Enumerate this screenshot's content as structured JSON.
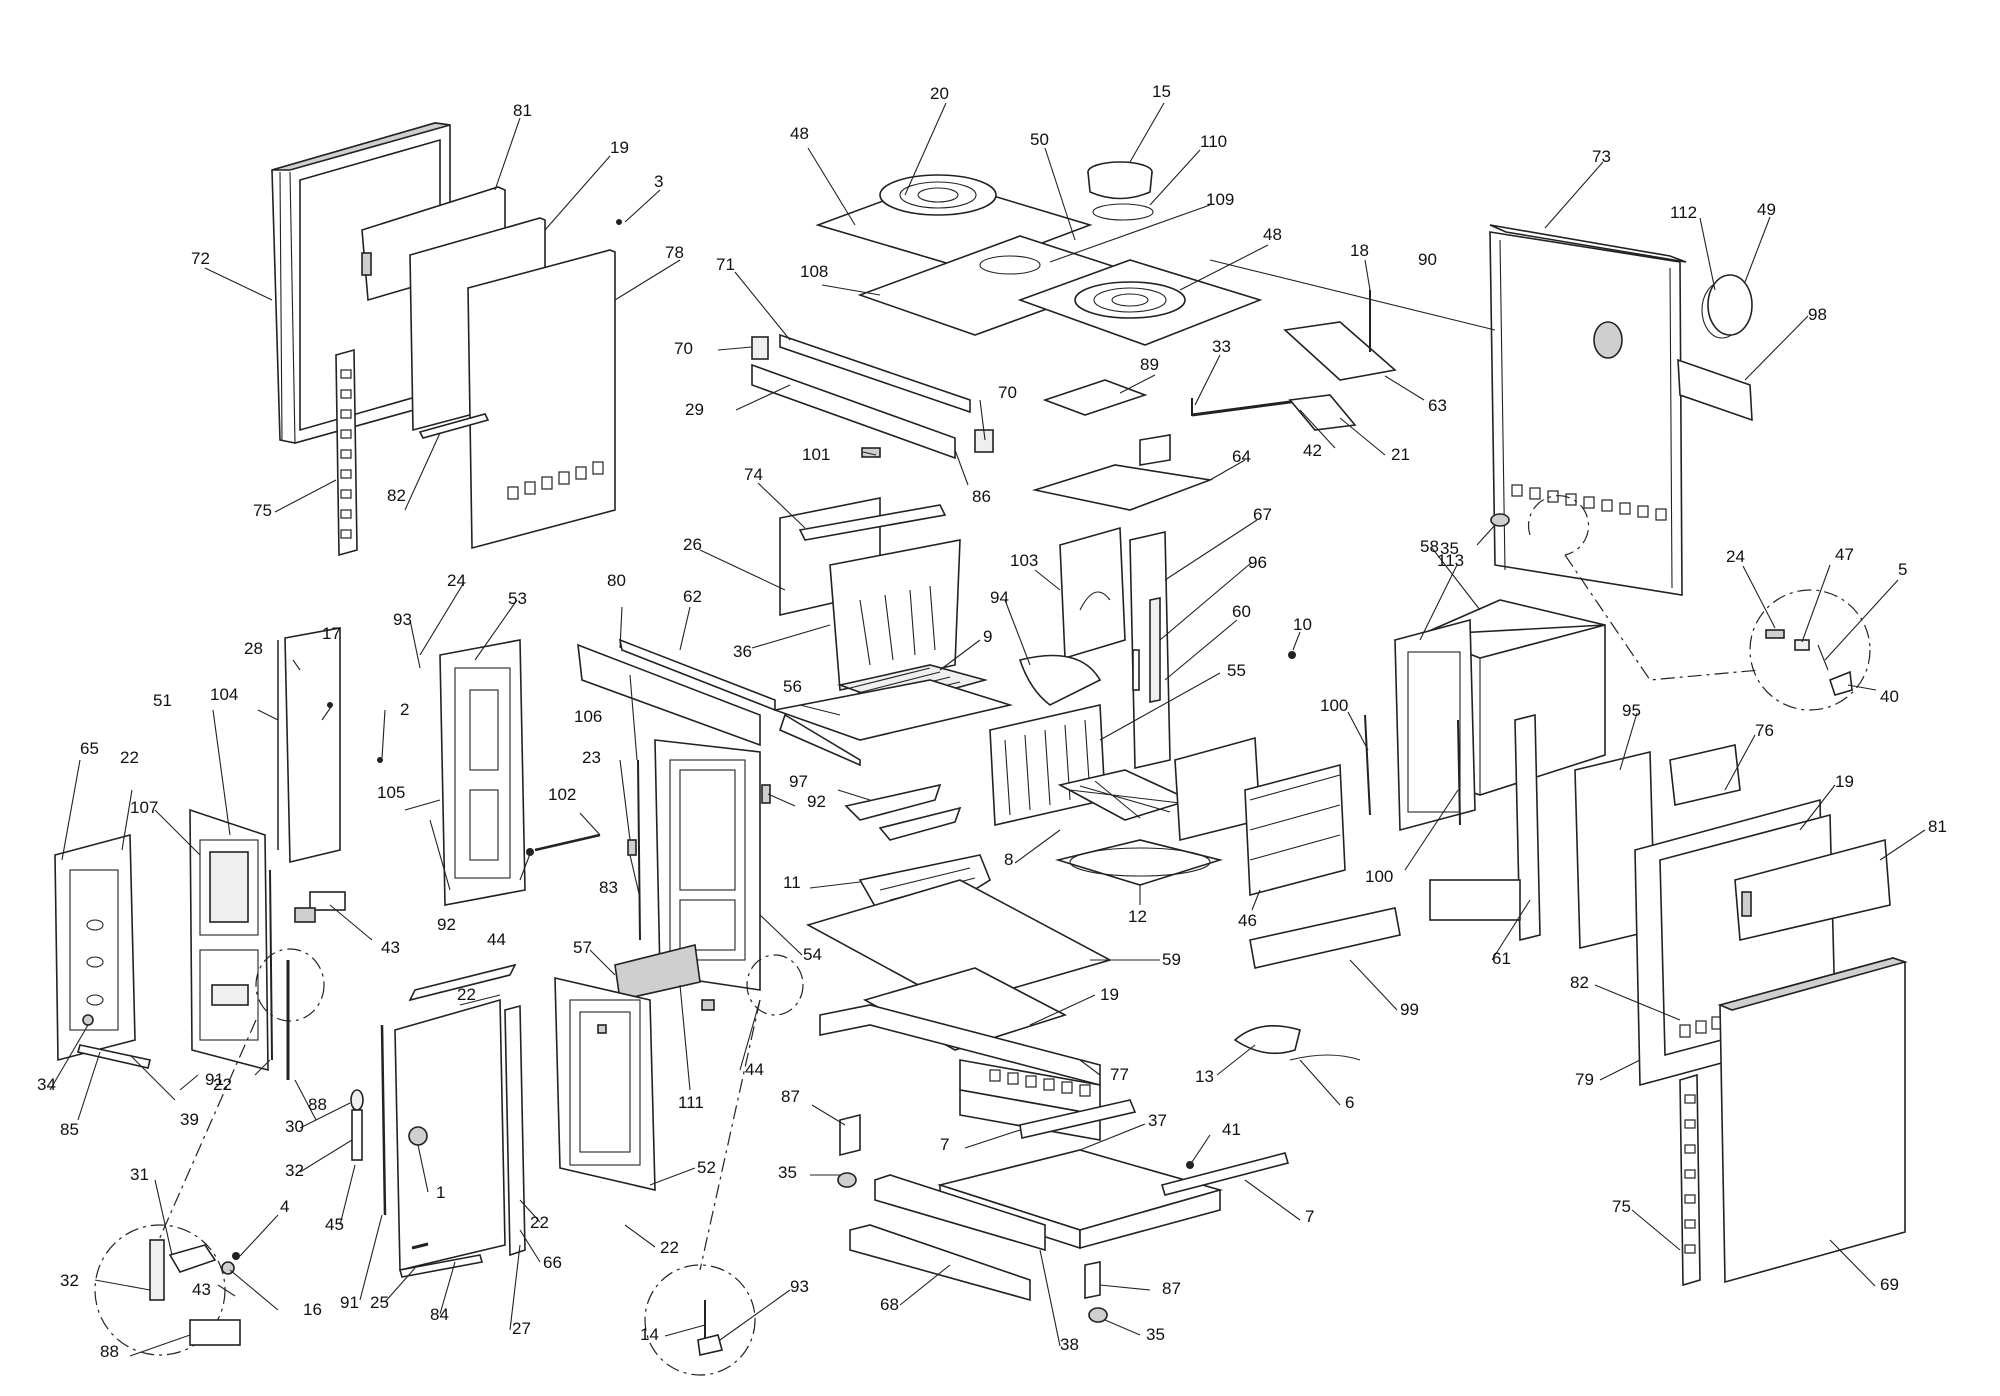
{
  "diagram": {
    "callouts": [
      {
        "id": "c81a",
        "text": "81"
      },
      {
        "id": "c72",
        "text": "72"
      },
      {
        "id": "c19a",
        "text": "19"
      },
      {
        "id": "c3",
        "text": "3"
      },
      {
        "id": "c78",
        "text": "78"
      },
      {
        "id": "c75a",
        "text": "75"
      },
      {
        "id": "c82a",
        "text": "82"
      },
      {
        "id": "c20",
        "text": "20"
      },
      {
        "id": "c15",
        "text": "15"
      },
      {
        "id": "c48a",
        "text": "48"
      },
      {
        "id": "c50",
        "text": "50"
      },
      {
        "id": "c110",
        "text": "110"
      },
      {
        "id": "c109",
        "text": "109"
      },
      {
        "id": "c48b",
        "text": "48"
      },
      {
        "id": "c108",
        "text": "108"
      },
      {
        "id": "c71",
        "text": "71"
      },
      {
        "id": "c70a",
        "text": "70"
      },
      {
        "id": "c29",
        "text": "29"
      },
      {
        "id": "c70b",
        "text": "70"
      },
      {
        "id": "c101",
        "text": "101"
      },
      {
        "id": "c86",
        "text": "86"
      },
      {
        "id": "c89",
        "text": "89"
      },
      {
        "id": "c33",
        "text": "33"
      },
      {
        "id": "c18",
        "text": "18"
      },
      {
        "id": "c63",
        "text": "63"
      },
      {
        "id": "c42",
        "text": "42"
      },
      {
        "id": "c21",
        "text": "21"
      },
      {
        "id": "c64",
        "text": "64"
      },
      {
        "id": "c73",
        "text": "73"
      },
      {
        "id": "c112",
        "text": "112"
      },
      {
        "id": "c49",
        "text": "49"
      },
      {
        "id": "c90",
        "text": "90"
      },
      {
        "id": "c98",
        "text": "98"
      },
      {
        "id": "c35a",
        "text": "35"
      },
      {
        "id": "c74",
        "text": "74"
      },
      {
        "id": "c26",
        "text": "26"
      },
      {
        "id": "c36",
        "text": "36"
      },
      {
        "id": "c103",
        "text": "103"
      },
      {
        "id": "c67",
        "text": "67"
      },
      {
        "id": "c96",
        "text": "96"
      },
      {
        "id": "c94",
        "text": "94"
      },
      {
        "id": "c9",
        "text": "9"
      },
      {
        "id": "c60",
        "text": "60"
      },
      {
        "id": "c56",
        "text": "56"
      },
      {
        "id": "c55",
        "text": "55"
      },
      {
        "id": "c113",
        "text": "113"
      },
      {
        "id": "c58",
        "text": "58"
      },
      {
        "id": "c10",
        "text": "10"
      },
      {
        "id": "c100a",
        "text": "100"
      },
      {
        "id": "c100b",
        "text": "100"
      },
      {
        "id": "c24a",
        "text": "24"
      },
      {
        "id": "c47",
        "text": "47"
      },
      {
        "id": "c5",
        "text": "5"
      },
      {
        "id": "c40",
        "text": "40"
      },
      {
        "id": "c24b",
        "text": "24"
      },
      {
        "id": "c53",
        "text": "53"
      },
      {
        "id": "c93a",
        "text": "93"
      },
      {
        "id": "c17",
        "text": "17"
      },
      {
        "id": "c28",
        "text": "28"
      },
      {
        "id": "c104",
        "text": "104"
      },
      {
        "id": "c2",
        "text": "2"
      },
      {
        "id": "c51",
        "text": "51"
      },
      {
        "id": "c65",
        "text": "65"
      },
      {
        "id": "c22a",
        "text": "22"
      },
      {
        "id": "c107",
        "text": "107"
      },
      {
        "id": "c105",
        "text": "105"
      },
      {
        "id": "c102",
        "text": "102"
      },
      {
        "id": "c92a",
        "text": "92"
      },
      {
        "id": "c43a",
        "text": "43"
      },
      {
        "id": "c44a",
        "text": "44"
      },
      {
        "id": "c80",
        "text": "80"
      },
      {
        "id": "c62",
        "text": "62"
      },
      {
        "id": "c106",
        "text": "106"
      },
      {
        "id": "c23",
        "text": "23"
      },
      {
        "id": "c83",
        "text": "83"
      },
      {
        "id": "c92b",
        "text": "92"
      },
      {
        "id": "c97",
        "text": "97"
      },
      {
        "id": "c11",
        "text": "11"
      },
      {
        "id": "c8",
        "text": "8"
      },
      {
        "id": "c12",
        "text": "12"
      },
      {
        "id": "c46",
        "text": "46"
      },
      {
        "id": "c54",
        "text": "54"
      },
      {
        "id": "c57",
        "text": "57"
      },
      {
        "id": "c59",
        "text": "59"
      },
      {
        "id": "c19b",
        "text": "19"
      },
      {
        "id": "c44b",
        "text": "44"
      },
      {
        "id": "c111",
        "text": "111"
      },
      {
        "id": "c77",
        "text": "77"
      },
      {
        "id": "c22b",
        "text": "22"
      },
      {
        "id": "c91a",
        "text": "91"
      },
      {
        "id": "c22c",
        "text": "22"
      },
      {
        "id": "c34",
        "text": "34"
      },
      {
        "id": "c39",
        "text": "39"
      },
      {
        "id": "c85",
        "text": "85"
      },
      {
        "id": "c88a",
        "text": "88"
      },
      {
        "id": "c30",
        "text": "30"
      },
      {
        "id": "c32a",
        "text": "32"
      },
      {
        "id": "c45",
        "text": "45"
      },
      {
        "id": "c91b",
        "text": "91"
      },
      {
        "id": "c1",
        "text": "1"
      },
      {
        "id": "c22d",
        "text": "22"
      },
      {
        "id": "c22e",
        "text": "22"
      },
      {
        "id": "c52",
        "text": "52"
      },
      {
        "id": "c66",
        "text": "66"
      },
      {
        "id": "c25",
        "text": "25"
      },
      {
        "id": "c84",
        "text": "84"
      },
      {
        "id": "c27",
        "text": "27"
      },
      {
        "id": "c31",
        "text": "31"
      },
      {
        "id": "c4",
        "text": "4"
      },
      {
        "id": "c32b",
        "text": "32"
      },
      {
        "id": "c43b",
        "text": "43"
      },
      {
        "id": "c16",
        "text": "16"
      },
      {
        "id": "c88b",
        "text": "88"
      },
      {
        "id": "c87a",
        "text": "87"
      },
      {
        "id": "c35b",
        "text": "35"
      },
      {
        "id": "c7a",
        "text": "7"
      },
      {
        "id": "c37",
        "text": "37"
      },
      {
        "id": "c41",
        "text": "41"
      },
      {
        "id": "c7b",
        "text": "7"
      },
      {
        "id": "c87b",
        "text": "87"
      },
      {
        "id": "c35c",
        "text": "35"
      },
      {
        "id": "c68",
        "text": "68"
      },
      {
        "id": "c38",
        "text": "38"
      },
      {
        "id": "c14",
        "text": "14"
      },
      {
        "id": "c93b",
        "text": "93"
      },
      {
        "id": "c13",
        "text": "13"
      },
      {
        "id": "c6",
        "text": "6"
      },
      {
        "id": "c99",
        "text": "99"
      },
      {
        "id": "c61",
        "text": "61"
      },
      {
        "id": "c95",
        "text": "95"
      },
      {
        "id": "c76",
        "text": "76"
      },
      {
        "id": "c19c",
        "text": "19"
      },
      {
        "id": "c81b",
        "text": "81"
      },
      {
        "id": "c82b",
        "text": "82"
      },
      {
        "id": "c79",
        "text": "79"
      },
      {
        "id": "c75b",
        "text": "75"
      },
      {
        "id": "c69",
        "text": "69"
      }
    ]
  }
}
